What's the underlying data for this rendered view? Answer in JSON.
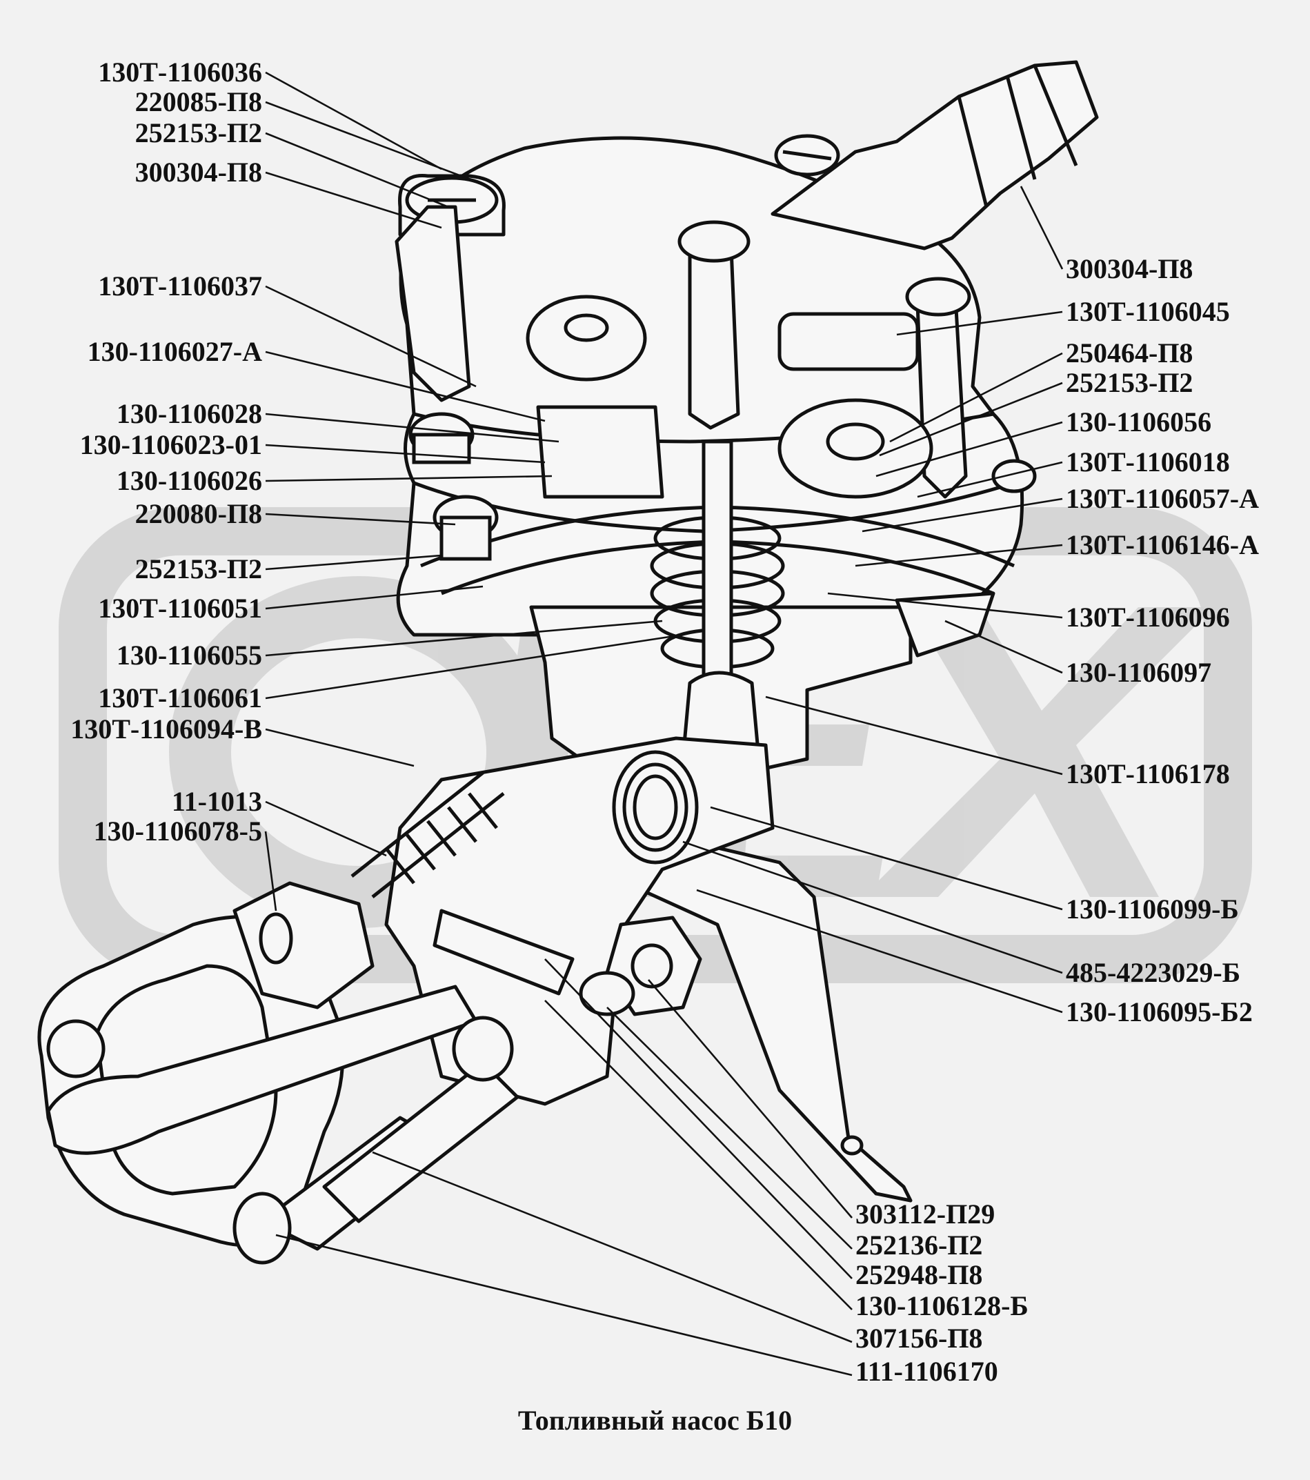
{
  "caption": "Топливный насос  Б10",
  "watermark": "OLEX",
  "colors": {
    "background": "#f2f2f2",
    "line": "#111111",
    "watermark": "#d2d2d2",
    "body": "#f7f7f7"
  },
  "labels_left": [
    "130Т-1106036",
    "220085-П8",
    "252153-П2",
    "300304-П8",
    "130Т-1106037",
    "130-1106027-А",
    "130-1106028",
    "130-1106023-01",
    "130-1106026",
    "220080-П8",
    "252153-П2",
    "130Т-1106051",
    "130-1106055",
    "130Т-1106061",
    "130Т-1106094-В",
    "11-1013",
    "130-1106078-5"
  ],
  "labels_right": [
    "300304-П8",
    "130Т-1106045",
    "250464-П8",
    "252153-П2",
    "130-1106056",
    "130Т-1106018",
    "130Т-1106057-А",
    "130Т-1106146-А",
    "130Т-1106096",
    "130-1106097",
    "130Т-1106178",
    "130-1106099-Б",
    "485-4223029-Б",
    "130-1106095-Б2"
  ],
  "labels_bottom": [
    "303112-П29",
    "252136-П2",
    "252948-П8",
    "130-1106128-Б",
    "307156-П8",
    "111-1106170"
  ]
}
